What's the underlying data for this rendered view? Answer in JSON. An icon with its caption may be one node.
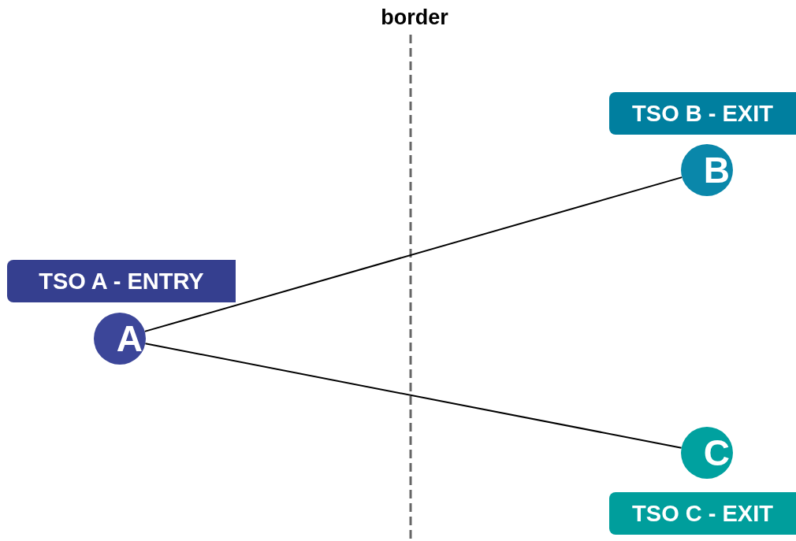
{
  "diagram": {
    "nodes": [
      {
        "text": [
          "TSO A - ENTRY"
        ]
      },
      {
        "text": [
          "A"
        ]
      },
      {
        "text": [
          "TSO B - EXIT"
        ]
      },
      {
        "text": [
          "B"
        ]
      },
      {
        "text": [
          "C"
        ]
      },
      {
        "text": [
          "TSO C - EXIT"
        ]
      }
    ],
    "edges": [
      {
        "from": 1,
        "to": 3,
        "arrow": "none"
      },
      {
        "from": 1,
        "to": 4,
        "arrow": "none"
      }
    ],
    "labels": [
      "border"
    ]
  }
}
